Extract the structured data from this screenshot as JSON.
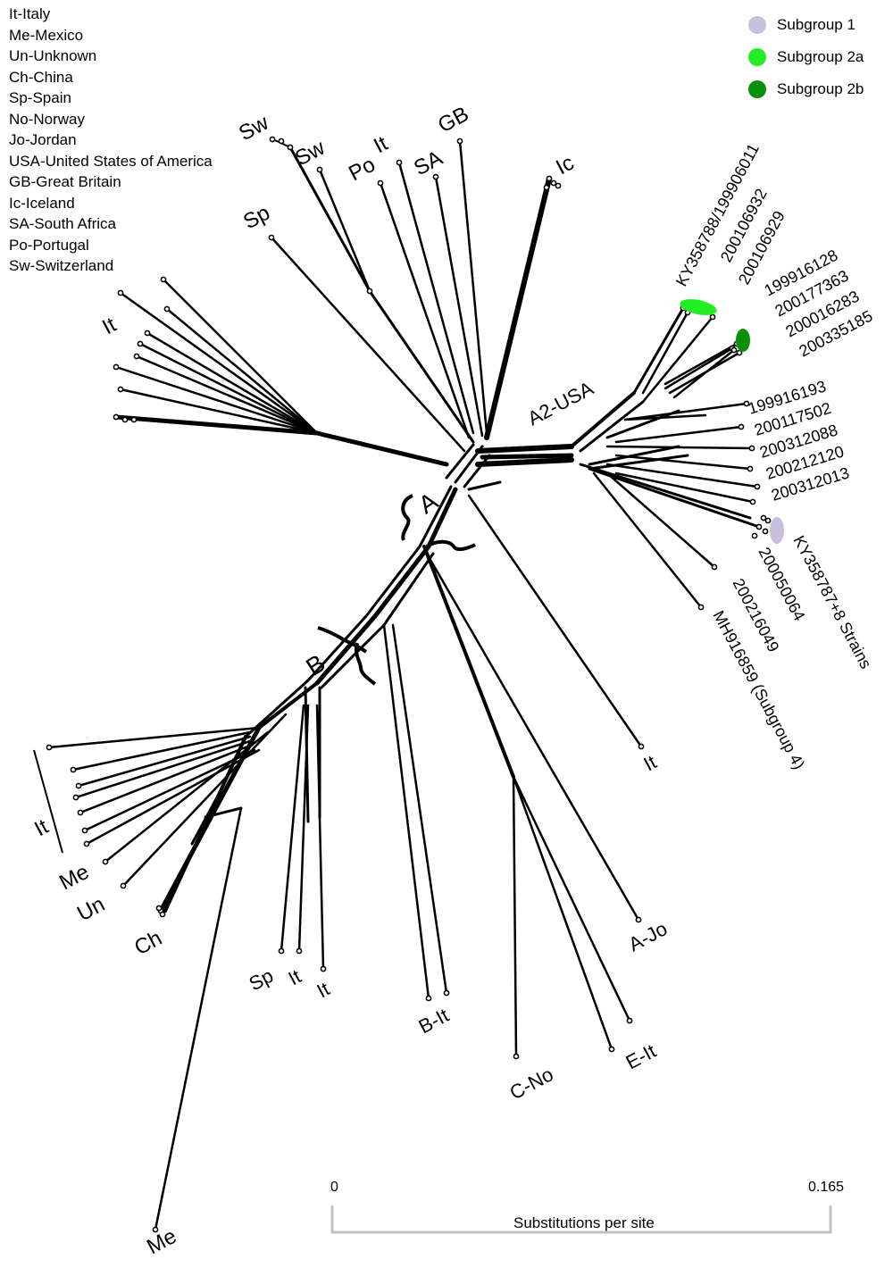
{
  "abbreviations": [
    "It-Italy",
    "Me-Mexico",
    "Un-Unknown",
    "Ch-China",
    "Sp-Spain",
    "No-Norway",
    "Jo-Jordan",
    "USA-United States of America",
    "GB-Great Britain",
    "Ic-Iceland",
    "SA-South Africa",
    "Po-Portugal",
    "Sw-Switzerland"
  ],
  "subgroups": [
    {
      "label": "Subgroup 1",
      "color": "#c8bfdc"
    },
    {
      "label": "Subgroup 2a",
      "color": "#22ee22"
    },
    {
      "label": "Subgroup 2b",
      "color": "#0a8f0a"
    }
  ],
  "clades": {
    "a": "A",
    "a2": "A2-USA",
    "b": "B"
  },
  "labels": {
    "sw1": "Sw",
    "sw2": "Sw",
    "po": "Po",
    "it_top": "It",
    "sa": "SA",
    "gb": "GB",
    "ic": "Ic",
    "sp_top": "Sp",
    "it_left": "It",
    "ky358788": "KY358788/199906011",
    "s200106932": "200106932",
    "s200106929": "200106929",
    "s199916128": "199916128",
    "s200177363": "200177363",
    "s200016283": "200016283",
    "s200335185": "200335185",
    "s199916193": "199916193",
    "s200117502": "200117502",
    "s200312088": "200312088",
    "s200212120": "200212120",
    "s200312013": "200312013",
    "ky358787": "KY358787+8 Strains",
    "s200050064": "200050064",
    "s200216049": "200216049",
    "mh916859": "MH916859 (Subgroup 4)",
    "it_mid": "It",
    "a_jo": "A-Jo",
    "e_it": "E-It",
    "c_no": "C-No",
    "b_it": "B-It",
    "it_b1": "It",
    "it_b2": "It",
    "sp_b": "Sp",
    "ch": "Ch",
    "un": "Un",
    "me_left": "Me",
    "it_bar": "It",
    "me_bottom": "Me"
  },
  "scale_bar": {
    "min": "0",
    "max": "0.165",
    "label": "Substitutions per site"
  }
}
